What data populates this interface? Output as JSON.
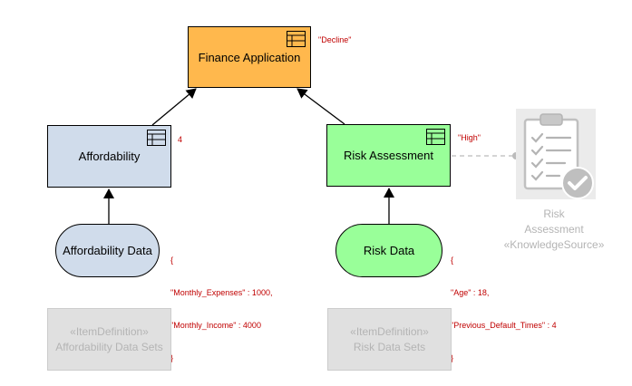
{
  "decisions": {
    "finance": {
      "label": "Finance Application",
      "value": "\"Decline\"",
      "color": "#ffb84d"
    },
    "affordability": {
      "label": "Affordability",
      "value": "4",
      "color": "#d0dceb"
    },
    "risk": {
      "label": "Risk Assessment",
      "value": "\"High\"",
      "color": "#99ff99"
    }
  },
  "inputs": {
    "affordability_data": {
      "label": "Affordability Data",
      "color": "#d0dceb",
      "value_lines": [
        "{",
        "\"Monthly_Expenses\" : 1000,",
        "\"Monthly_Income\" : 4000",
        "}"
      ]
    },
    "risk_data": {
      "label": "Risk Data",
      "color": "#99ff99",
      "value_lines": [
        "{",
        "\"Age\" : 18,",
        "\"Previous_Default_Times\" : 4",
        "}"
      ]
    }
  },
  "knowledge_source": {
    "lines": [
      "Risk",
      "Assessment",
      "«KnowledgeSource»"
    ],
    "icon": "clipboard-checklist-icon"
  },
  "item_definitions": {
    "affordability_sets": {
      "stereotype": "«ItemDefinition»",
      "name": "Affordability Data Sets"
    },
    "risk_sets": {
      "stereotype": "«ItemDefinition»",
      "name": "Risk Data Sets"
    }
  },
  "colors": {
    "value_text": "#c00000",
    "ghost_text": "#b4b4b4",
    "ghost_fill": "#e0e0e0"
  }
}
